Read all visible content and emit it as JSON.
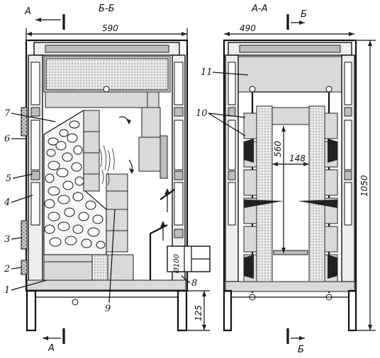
{
  "views": {
    "left": {
      "section_title": "Б-Б",
      "width_dim": "590",
      "cut_marker_top": "А",
      "cut_marker_bottom": "А"
    },
    "right": {
      "section_title": "А-А",
      "width_dim": "490",
      "cut_marker_top": "Б",
      "cut_marker_bottom": "Б"
    }
  },
  "dimensions": {
    "height_total": "1050",
    "leg_height": "125",
    "chamber_height": "560",
    "chamber_width": "148",
    "pipe_diameter": "Ø100"
  },
  "callouts": [
    "1",
    "2",
    "3",
    "4",
    "5",
    "6",
    "7",
    "8",
    "9",
    "10",
    "11"
  ]
}
